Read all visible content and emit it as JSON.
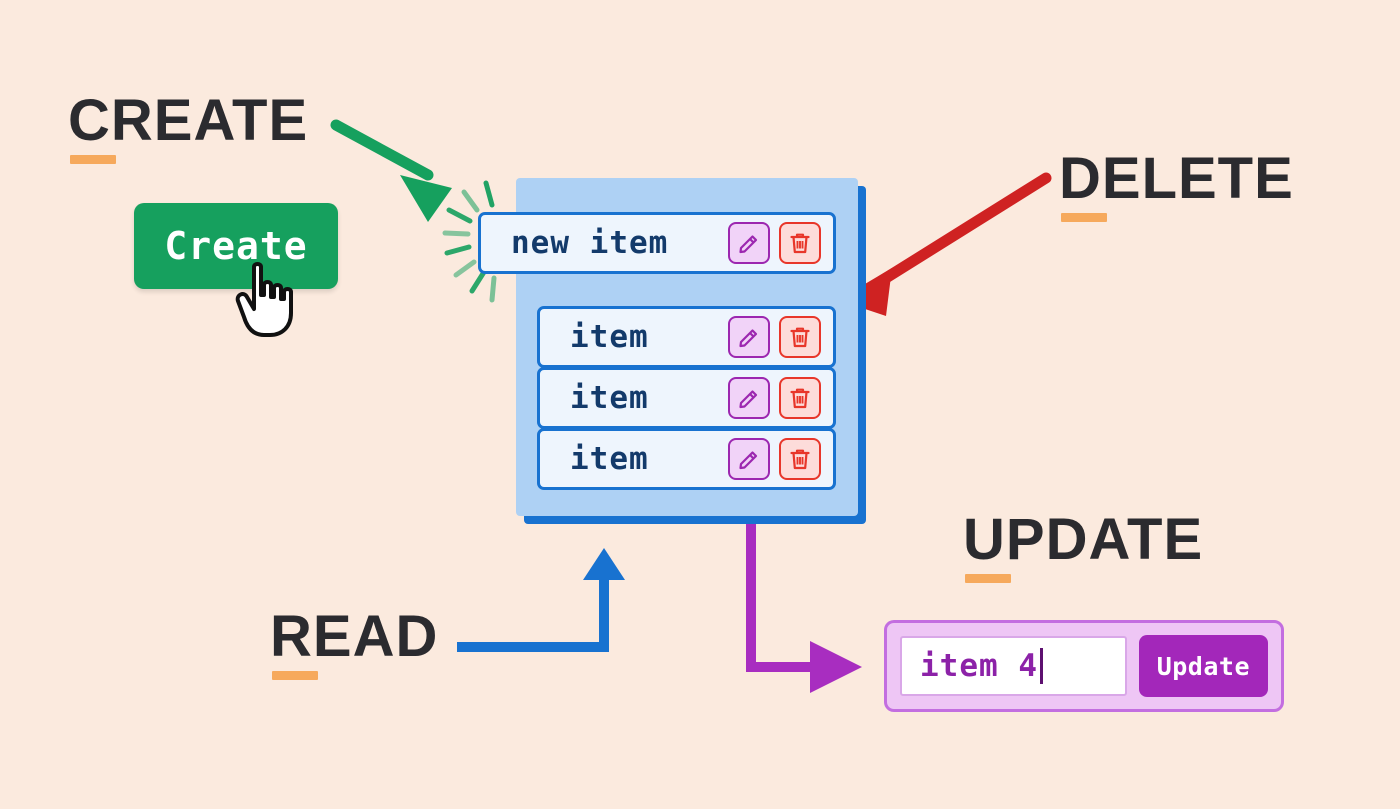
{
  "background_color": "#fbeade",
  "labels": {
    "create": "CREATE",
    "delete": "DELETE",
    "read": "READ",
    "update": "UPDATE",
    "underline_color": "#f6a95c",
    "text_color": "#2b2b2f"
  },
  "create_section": {
    "button_label": "Create",
    "button_color": "#16a05e",
    "arrow_color": "#16a05e",
    "cursor_icon": "pointing-hand-cursor",
    "sparkle_icon": "sparkle-burst"
  },
  "list_panel": {
    "panel_color": "#aed1f4",
    "shadow_color": "#1872d0",
    "rows": [
      {
        "text": "new item",
        "highlighted": true
      },
      {
        "text": "item",
        "highlighted": false
      },
      {
        "text": "item",
        "highlighted": false
      },
      {
        "text": "item",
        "highlighted": false
      }
    ],
    "edit_icon": "pencil-icon",
    "delete_icon": "trash-icon",
    "edit_color": "#9c27b0",
    "delete_color": "#e8362a",
    "row_text_color": "#133a6b"
  },
  "delete_section": {
    "arrow_color": "#cf2222"
  },
  "read_section": {
    "arrow_color": "#1872d0"
  },
  "update_section": {
    "input_value": "item 4",
    "input_placeholder": "item",
    "button_label": "Update",
    "panel_color": "#eec6f5",
    "button_color": "#a327ba",
    "arrow_color": "#a82dc0"
  }
}
